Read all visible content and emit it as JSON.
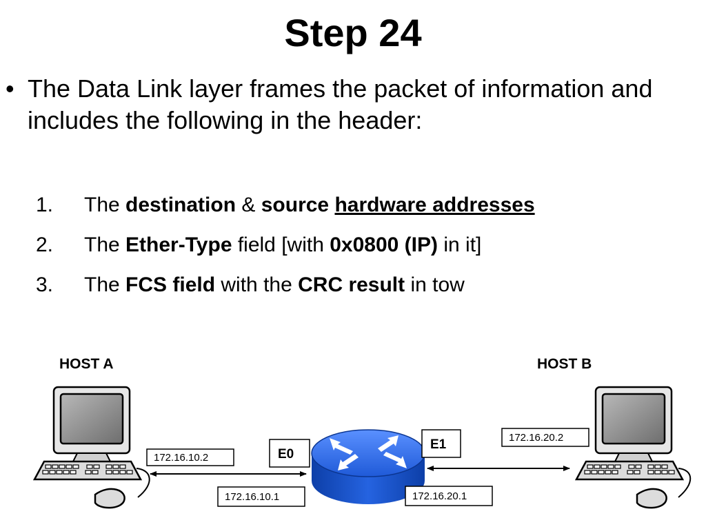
{
  "slide": {
    "title": "Step 24",
    "bullet": {
      "symbol": "•",
      "text": "The Data Link layer frames the packet of information and includes the following in the header:"
    },
    "items": [
      {
        "number": "1.",
        "segments": [
          {
            "text": "The ",
            "bold": false,
            "underline": false
          },
          {
            "text": "destination",
            "bold": true,
            "underline": false
          },
          {
            "text": " & ",
            "bold": false,
            "underline": false
          },
          {
            "text": "source",
            "bold": true,
            "underline": false
          },
          {
            "text": " ",
            "bold": false,
            "underline": false
          },
          {
            "text": "hardware addresses",
            "bold": true,
            "underline": true
          }
        ]
      },
      {
        "number": "2.",
        "segments": [
          {
            "text": "The ",
            "bold": false,
            "underline": false
          },
          {
            "text": "Ether-Type",
            "bold": true,
            "underline": false
          },
          {
            "text": " field [with ",
            "bold": false,
            "underline": false
          },
          {
            "text": "0x0800 (IP)",
            "bold": true,
            "underline": false
          },
          {
            "text": " in it]",
            "bold": false,
            "underline": false
          }
        ]
      },
      {
        "number": "3.",
        "segments": [
          {
            "text": "The ",
            "bold": false,
            "underline": false
          },
          {
            "text": "FCS field",
            "bold": true,
            "underline": false
          },
          {
            "text": " with the ",
            "bold": false,
            "underline": false
          },
          {
            "text": "CRC result",
            "bold": true,
            "underline": false
          },
          {
            "text": " in tow",
            "bold": false,
            "underline": false
          }
        ]
      }
    ]
  },
  "diagram": {
    "host_a": {
      "label": "HOST A",
      "ip": "172.16.10.2"
    },
    "host_b": {
      "label": "HOST B",
      "ip": "172.16.20.2"
    },
    "router": {
      "interfaces": [
        {
          "name": "E0",
          "ip": "172.16.10.1"
        },
        {
          "name": "E1",
          "ip": "172.16.20.1"
        }
      ],
      "icon": "router-icon",
      "color": "#1a5bd6"
    },
    "icons": {
      "host": "computer-icon"
    }
  }
}
